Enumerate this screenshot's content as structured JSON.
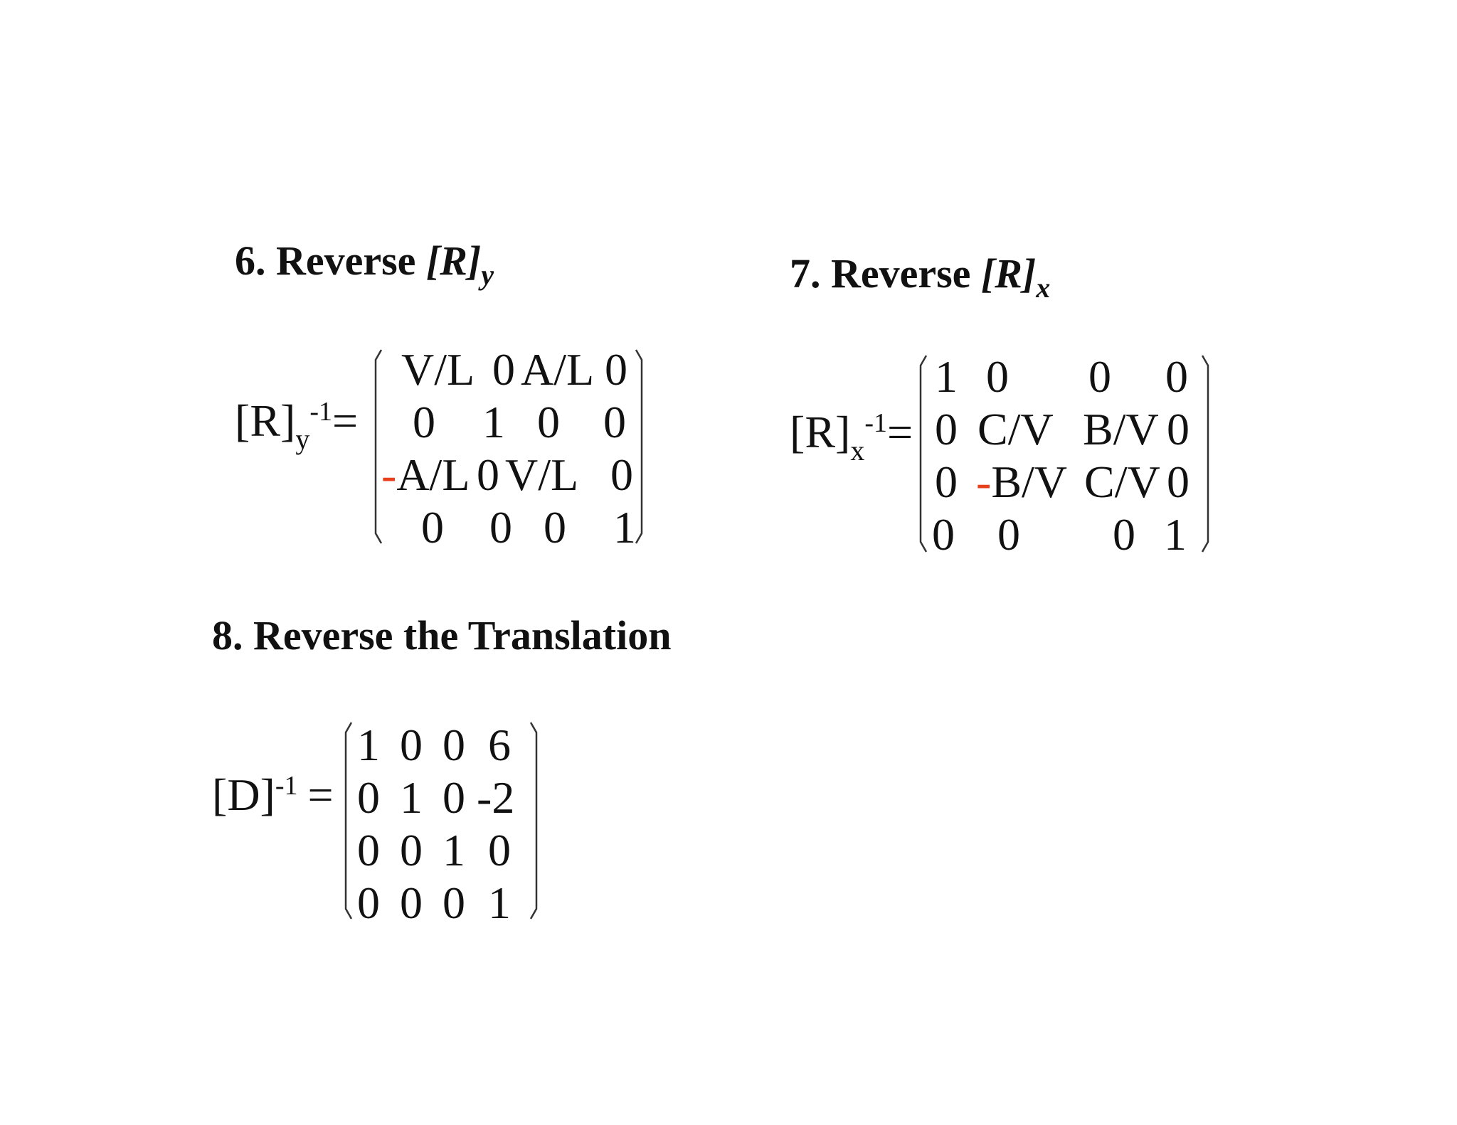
{
  "headings": {
    "h6": {
      "prefix": "6. Reverse ",
      "symbol": "[R]",
      "sub": "y"
    },
    "h7": {
      "prefix": "7. Reverse ",
      "symbol": "[R]",
      "sub": "x"
    },
    "h8": {
      "text": "8. Reverse the Translation"
    }
  },
  "eq_ry": {
    "label_base": "[R]",
    "label_sub": "y",
    "label_sup": "-1",
    "label_eq": "=",
    "rows": [
      [
        "V/L",
        "0",
        "A/L",
        "0"
      ],
      [
        "0",
        "1",
        "0",
        "0"
      ],
      [
        "A/L",
        "0",
        "V/L",
        "0"
      ],
      [
        "0",
        "0",
        "0",
        "1"
      ]
    ],
    "neg_sign": "-"
  },
  "eq_rx": {
    "label_base": "[R]",
    "label_sub": "x",
    "label_sup": "-1",
    "label_eq": "=",
    "rows": [
      [
        "1",
        "0",
        "0",
        "0"
      ],
      [
        "0",
        "C/V",
        "B/V",
        "0"
      ],
      [
        "0",
        "B/V",
        "C/V",
        "0"
      ],
      [
        "0",
        "0",
        "0",
        "1"
      ]
    ],
    "neg_sign": "-"
  },
  "eq_d": {
    "label_base": "[D]",
    "label_sup": "-1",
    "label_eq": "=",
    "rows": [
      [
        "1",
        "0",
        "0",
        "6"
      ],
      [
        "0",
        "1",
        "0",
        "-2"
      ],
      [
        "0",
        "0",
        "1",
        "0"
      ],
      [
        "0",
        "0",
        "0",
        "1"
      ]
    ]
  },
  "colors": {
    "text": "#111111",
    "negative_sign": "#e8401c",
    "bracket": "#333333"
  }
}
